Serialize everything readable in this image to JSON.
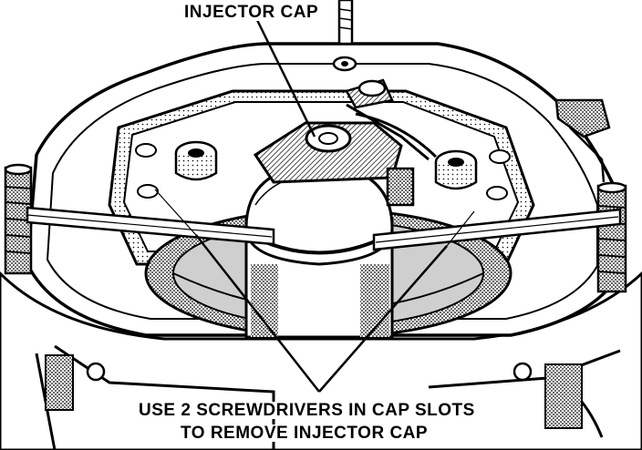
{
  "labels": {
    "injector_cap": "INJECTOR CAP",
    "instruction_line1": "USE 2 SCREWDRIVERS IN CAP SLOTS",
    "instruction_line2": "TO REMOVE INJECTOR CAP"
  },
  "colors": {
    "ink": "#000000",
    "paper": "#ffffff",
    "shade": "#bdbdbd"
  }
}
